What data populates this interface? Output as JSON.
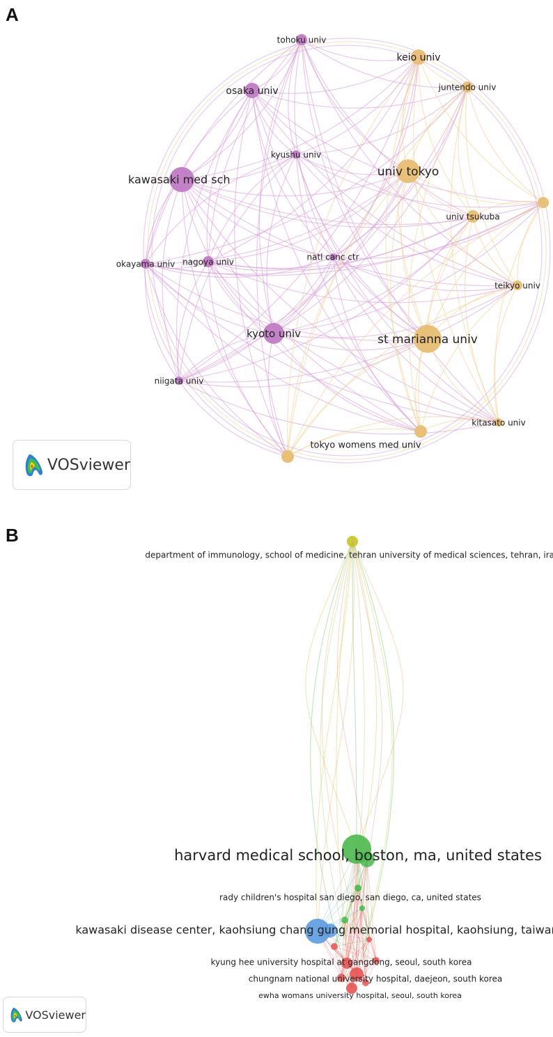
{
  "panel_a": {
    "letter": "A",
    "brand": "VOSviewer",
    "colors": {
      "pink": "#c382c8",
      "orange": "#e8c07a",
      "pink_edge": "#d79ad9",
      "orange_edge": "#f0cf92"
    },
    "nodes": [
      {
        "id": "kawasaki",
        "label": "kawasaki med sch",
        "cluster": "pink"
      },
      {
        "id": "osaka",
        "label": "osaka univ",
        "cluster": "pink"
      },
      {
        "id": "tohoku",
        "label": "tohoku univ",
        "cluster": "pink"
      },
      {
        "id": "kyushu",
        "label": "kyushu univ",
        "cluster": "pink"
      },
      {
        "id": "okayama",
        "label": "okayama univ",
        "cluster": "pink"
      },
      {
        "id": "nagoya",
        "label": "nagoya univ",
        "cluster": "pink"
      },
      {
        "id": "kyoto",
        "label": "kyoto univ",
        "cluster": "pink"
      },
      {
        "id": "niigata",
        "label": "niigata univ",
        "cluster": "pink"
      },
      {
        "id": "natl",
        "label": "natl canc ctr",
        "cluster": "pink"
      },
      {
        "id": "keio",
        "label": "keio univ",
        "cluster": "orange"
      },
      {
        "id": "juntendo",
        "label": "juntendo univ",
        "cluster": "orange"
      },
      {
        "id": "tokyo",
        "label": "univ tokyo",
        "cluster": "orange"
      },
      {
        "id": "unlabeled_right",
        "label": "",
        "cluster": "orange"
      },
      {
        "id": "tsukuba",
        "label": "univ tsukuba",
        "cluster": "orange"
      },
      {
        "id": "teikyo",
        "label": "teikyo univ",
        "cluster": "orange"
      },
      {
        "id": "marianna",
        "label": "st marianna univ",
        "cluster": "orange"
      },
      {
        "id": "kitasato",
        "label": "kitasato univ",
        "cluster": "orange"
      },
      {
        "id": "twmu",
        "label": "tokyo womens med univ",
        "cluster": "orange"
      },
      {
        "id": "unlabeled_bottom",
        "label": "",
        "cluster": "orange"
      }
    ]
  },
  "panel_b": {
    "letter": "B",
    "brand": "VOSviewer",
    "colors": {
      "yellow": "#c9c22a",
      "green": "#4bb84b",
      "blue": "#5b9be0",
      "red": "#e65555"
    },
    "nodes": [
      {
        "id": "tehran",
        "label": "department of immunology, school of medicine, tehran university of medical sciences, tehran, iran",
        "cluster": "yellow"
      },
      {
        "id": "harvard",
        "label": "harvard medical school, boston, ma, united states",
        "cluster": "green"
      },
      {
        "id": "rady",
        "label": "rady children's hospital san diego, san diego, ca, united states",
        "cluster": "green"
      },
      {
        "id": "kdc",
        "label": "kawasaki disease center, kaohsiung chang gung memorial hospital, kaohsiung, taiwan",
        "cluster": "blue"
      },
      {
        "id": "kyunghee",
        "label": "kyung hee university hospital at gangdong, seoul, south korea",
        "cluster": "red"
      },
      {
        "id": "chungnam",
        "label": "chungnam national university hospital, daejeon, south korea",
        "cluster": "red"
      },
      {
        "id": "ewha",
        "label": "ewha womans university hospital, seoul, south korea",
        "cluster": "red"
      }
    ]
  }
}
